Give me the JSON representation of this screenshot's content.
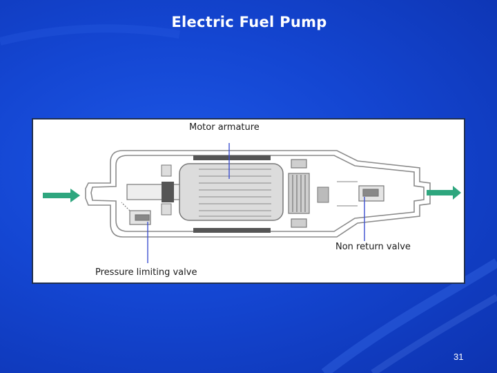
{
  "slide": {
    "title": "Electric Fuel Pump",
    "page_number": "31"
  },
  "diagram": {
    "labels": {
      "motor_armature": "Motor armature",
      "non_return_valve": "Non return valve",
      "pressure_limiting_valve": "Pressure limiting valve"
    },
    "colors": {
      "background": "#1446d2",
      "flow_arrow": "#2ea67e",
      "leader_line": "#3c4fd0",
      "outline": "#8a8a8a"
    }
  }
}
